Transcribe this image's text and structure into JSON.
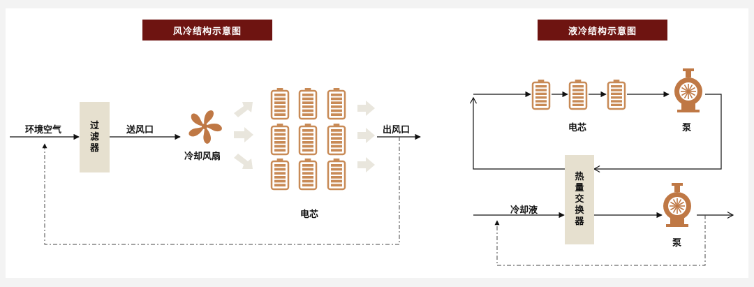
{
  "air": {
    "title": "风冷结构示意图",
    "ambient_label": "环境空气",
    "filter_label": "过滤器",
    "supply_label": "送风口",
    "fan_label": "冷却风扇",
    "cell_label": "电芯",
    "outlet_label": "出风口"
  },
  "liquid": {
    "title": "液冷结构示意图",
    "cell_label": "电芯",
    "pump_top_label": "泵",
    "exchanger_label": "热量交换器",
    "coolant_label": "冷却液",
    "pump_bottom_label": "泵"
  },
  "colors": {
    "title_bg": "#6e1411",
    "battery": "#c88a56",
    "fan": "#bf7845",
    "box_fill": "#e6e0cf",
    "arrow_fill": "#e9e6dd"
  },
  "icons": [
    "fan-icon",
    "battery-icon",
    "pump-icon",
    "wind-arrow-icon"
  ]
}
